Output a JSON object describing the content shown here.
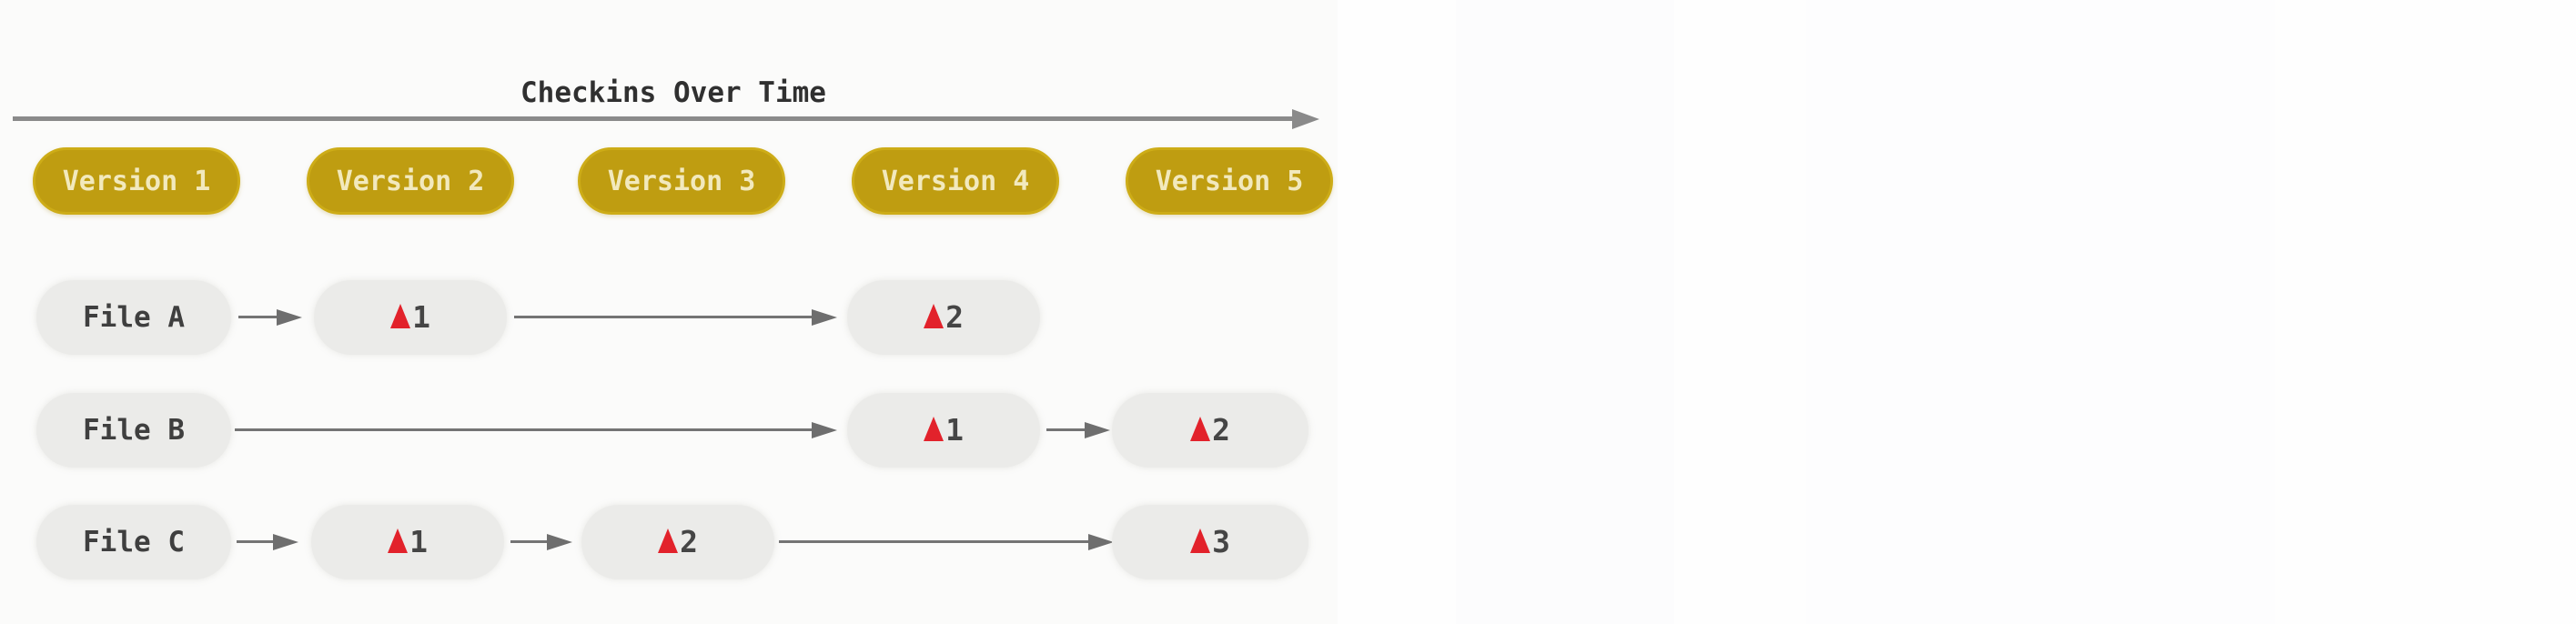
{
  "diagram": {
    "title": "Checkins Over Time",
    "versions": [
      {
        "label": "Version 1"
      },
      {
        "label": "Version 2"
      },
      {
        "label": "Version 3"
      },
      {
        "label": "Version 4"
      },
      {
        "label": "Version 5"
      }
    ],
    "files": [
      {
        "label": "File A",
        "deltas": [
          {
            "number": "1"
          },
          {
            "number": "2"
          }
        ]
      },
      {
        "label": "File B",
        "deltas": [
          {
            "number": "1"
          },
          {
            "number": "2"
          }
        ]
      },
      {
        "label": "File C",
        "deltas": [
          {
            "number": "1"
          },
          {
            "number": "2"
          },
          {
            "number": "3"
          }
        ]
      }
    ],
    "colors": {
      "badge_background": "#bf9d11",
      "badge_text": "#f2e9bd",
      "pill_background": "#ebebe9",
      "pill_text": "#3f3f3f",
      "delta_triangle": "#e2222b",
      "arrow": "#6e6e6e",
      "timeline": "#8a8a8a",
      "title_text": "#303030"
    }
  }
}
